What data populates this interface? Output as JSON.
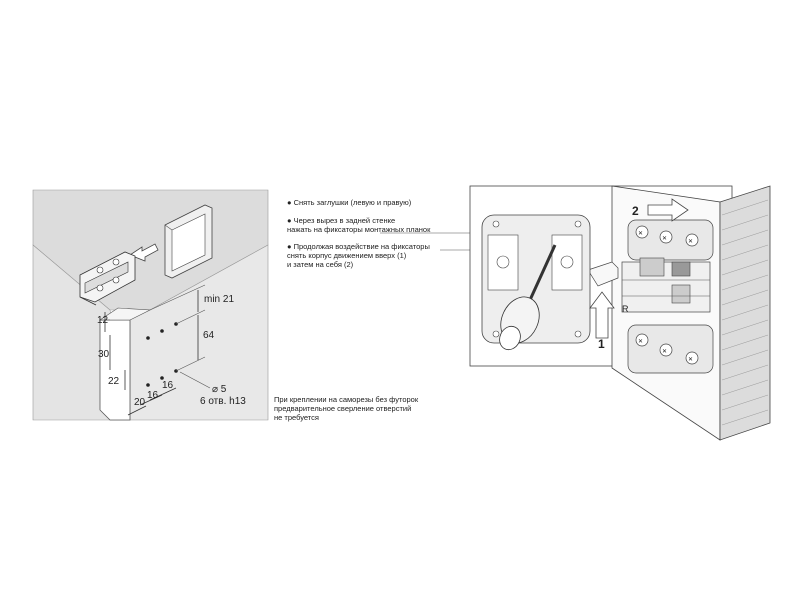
{
  "left_figure": {
    "dims": {
      "min21": "min 21",
      "d12": "12",
      "d64": "64",
      "d30": "30",
      "d22": "22",
      "d16a": "16",
      "d16b": "16",
      "d20": "20",
      "diameter": "⌀ 5",
      "holes": "6 отв. h13"
    },
    "note": [
      "При креплении на саморезы без футорок",
      "предварительное сверление отверстий",
      "не требуется"
    ]
  },
  "instructions": [
    "● Снять заглушки (левую и правую)",
    "● Через вырез в задней стенке",
    "нажать на фиксаторы монтажных планок",
    "● Продолжая воздействие на фиксаторы",
    "снять корпус движением вверх (1)",
    "и затем на себя (2)"
  ],
  "right_figure": {
    "step1": "1",
    "step2": "2",
    "side_letter": "R"
  }
}
